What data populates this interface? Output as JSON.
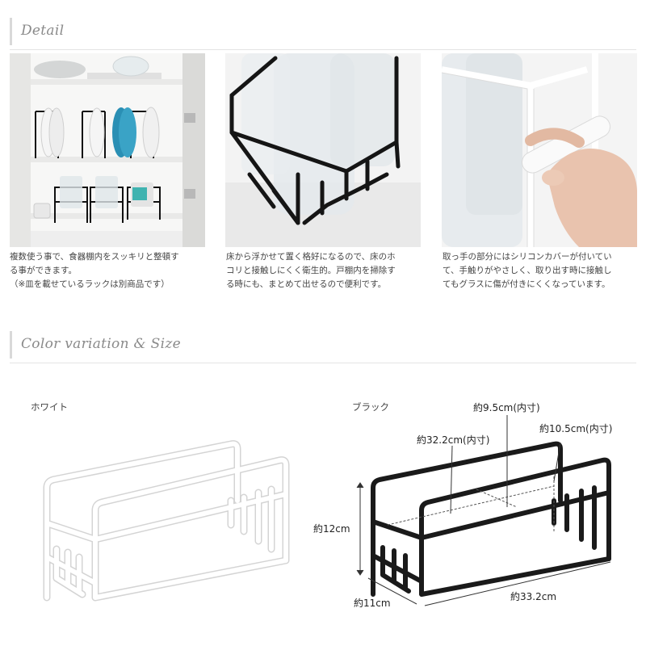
{
  "detail": {
    "title": "Detail",
    "items": [
      {
        "caption_lines": [
          "複数使う事で、食器棚内をスッキリと整頓す",
          "る事ができます。",
          "（※皿を載せているラックは別商品です）"
        ]
      },
      {
        "caption_lines": [
          "床から浮かせて置く格好になるので、床のホ",
          "コリと接触しにくく衛生的。戸棚内を掃除す",
          "る時にも、まとめて出せるので便利です。"
        ]
      },
      {
        "caption_lines": [
          "取っ手の部分にはシリコンカバーが付いてい",
          "て、手触りがやさしく、取り出す時に接触し",
          "てもグラスに傷が付きにくくなっています。"
        ]
      }
    ]
  },
  "color_size": {
    "title": "Color variation & Size",
    "white_label": "ホワイト",
    "black_label": "ブラック",
    "dimensions": {
      "inner_depth": "約9.5cm(内寸)",
      "inner_width": "約32.2cm(内寸)",
      "inner_height": "約10.5cm(内寸)",
      "height": "約12cm",
      "depth": "約11cm",
      "width": "約33.2cm"
    }
  },
  "colors": {
    "header_text": "#8a8a8a",
    "black_rack": "#1a1a1a",
    "white_rack": "#ffffff",
    "white_rack_outline": "#d8d8d8"
  }
}
